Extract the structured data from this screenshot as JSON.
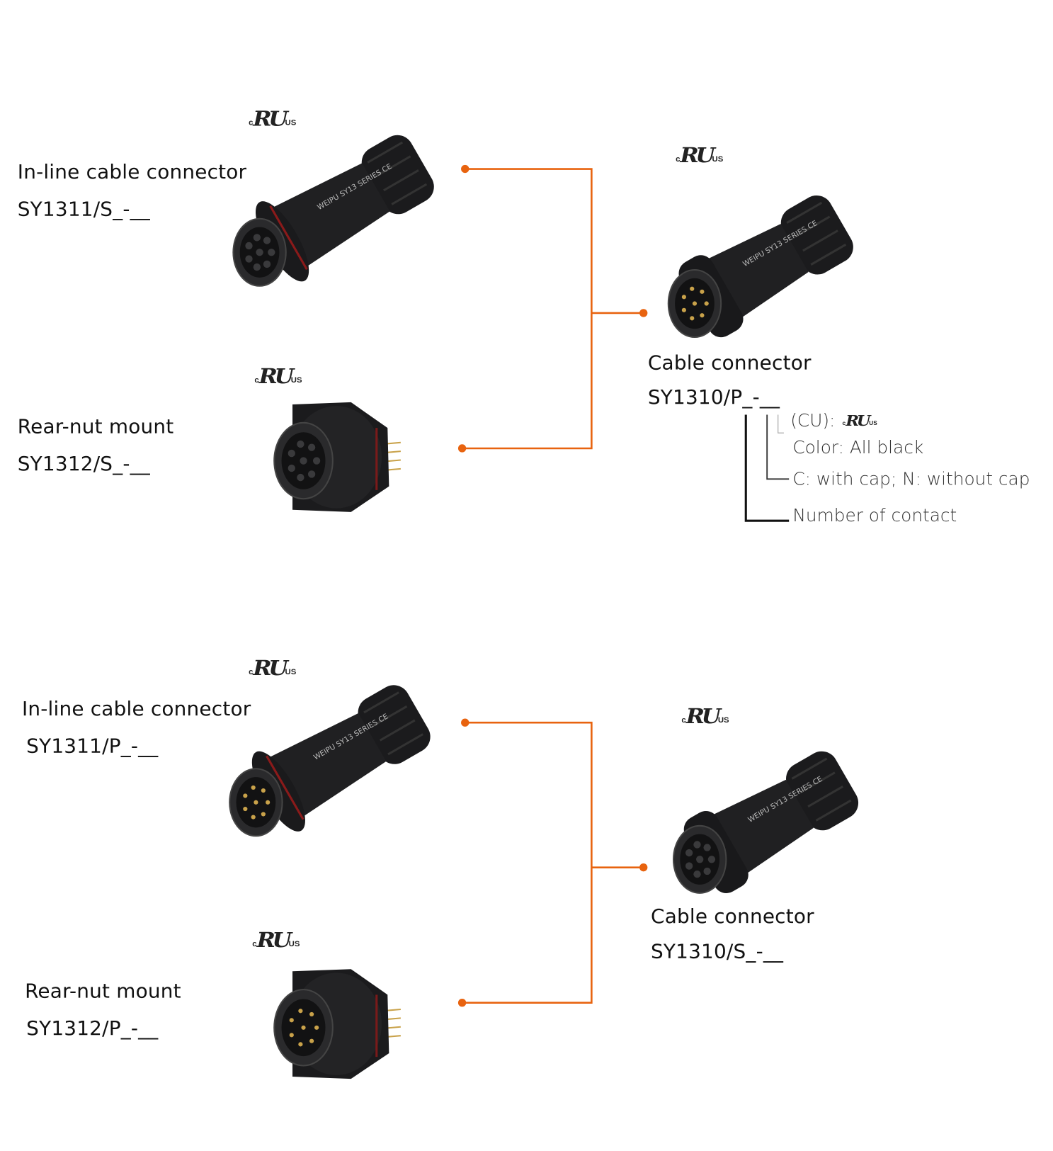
{
  "colors": {
    "connector_line": "#e8630f",
    "annotation_line": "#111111",
    "plastic": "#1b1b1d",
    "gold": "#c9a24a"
  },
  "certification": {
    "c": "c",
    "mark": "RU",
    "us": "US"
  },
  "product_marking": "WEIPU SY13 SERIES CE",
  "top_group": {
    "inline": {
      "title": "In-line cable connector",
      "code": "SY1311/S_-__",
      "contacts": "female"
    },
    "rear": {
      "title": "Rear-nut mount",
      "code": "SY1312/S_-__",
      "contacts": "female"
    },
    "cable": {
      "title": "Cable connector",
      "code": "SY1310/P_-__",
      "contacts": "male"
    }
  },
  "annotation": {
    "cu": "(CU):",
    "color": "Color: All black",
    "cap": "C: with cap; N: without cap",
    "contacts": "Number of contact"
  },
  "bottom_group": {
    "inline": {
      "title": "In-line cable connector",
      "code": "SY1311/P_-__",
      "contacts": "male"
    },
    "rear": {
      "title": "Rear-nut mount",
      "code": "SY1312/P_-__",
      "contacts": "male"
    },
    "cable": {
      "title": "Cable connector",
      "code": "SY1310/S_-__",
      "contacts": "female"
    }
  }
}
